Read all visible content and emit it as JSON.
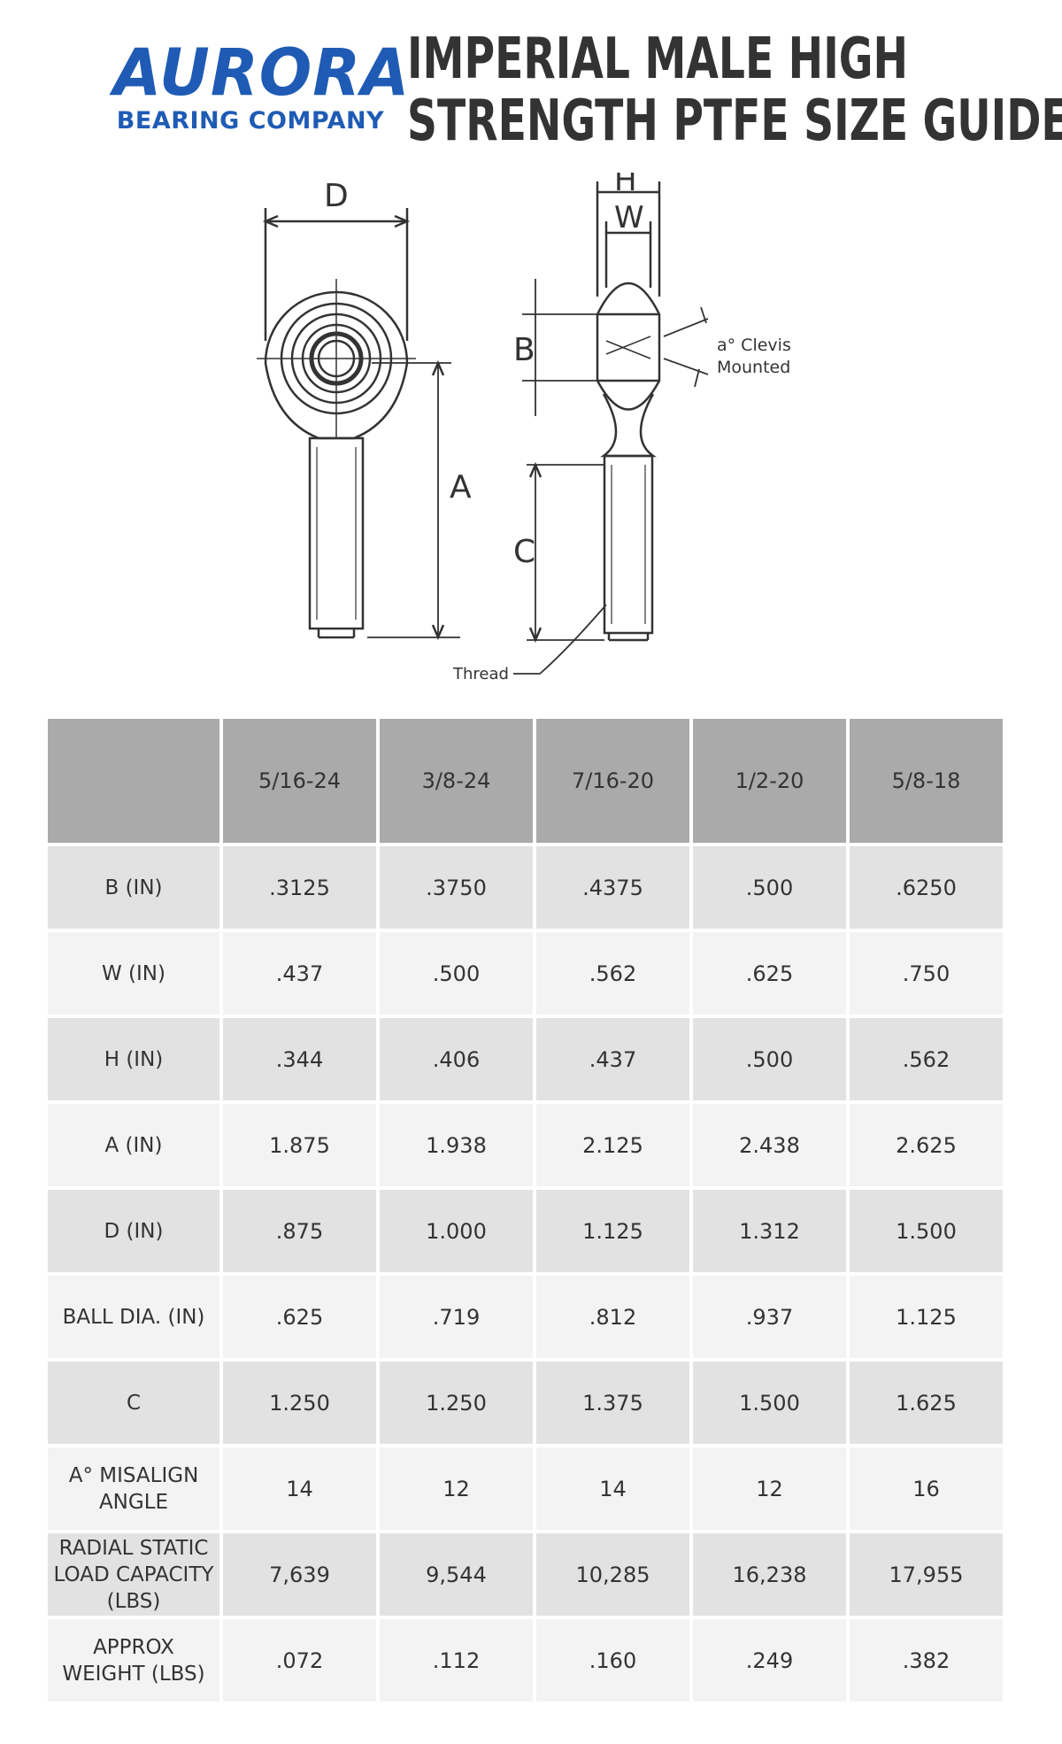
{
  "logo": {
    "name": "AURORA",
    "sub": "BEARING COMPANY"
  },
  "title": {
    "line1": "IMPERIAL MALE HIGH",
    "line2": "STRENGTH PTFE SIZE GUIDE"
  },
  "diagram": {
    "labels": {
      "D": "D",
      "A": "A",
      "H": "H",
      "W": "W",
      "B": "B",
      "C": "C",
      "thread": "Thread",
      "clevis1": "a° Clevis",
      "clevis2": "Mounted"
    }
  },
  "table": {
    "columns": [
      "",
      "5/16-24",
      "3/8-24",
      "7/16-20",
      "1/2-20",
      "5/8-18"
    ],
    "rows": [
      {
        "label": "B (IN)",
        "values": [
          ".3125",
          ".3750",
          ".4375",
          ".500",
          ".6250"
        ]
      },
      {
        "label": "W (IN)",
        "values": [
          ".437",
          ".500",
          ".562",
          ".625",
          ".750"
        ]
      },
      {
        "label": "H (IN)",
        "values": [
          ".344",
          ".406",
          ".437",
          ".500",
          ".562"
        ]
      },
      {
        "label": "A (IN)",
        "values": [
          "1.875",
          "1.938",
          "2.125",
          "2.438",
          "2.625"
        ]
      },
      {
        "label": "D (IN)",
        "values": [
          ".875",
          "1.000",
          "1.125",
          "1.312",
          "1.500"
        ]
      },
      {
        "label": "BALL DIA. (IN)",
        "values": [
          ".625",
          ".719",
          ".812",
          ".937",
          "1.125"
        ]
      },
      {
        "label": "C",
        "values": [
          "1.250",
          "1.250",
          "1.375",
          "1.500",
          "1.625"
        ]
      },
      {
        "label": "A° MISALIGN ANGLE",
        "values": [
          "14",
          "12",
          "14",
          "12",
          "16"
        ]
      },
      {
        "label": "RADIAL STATIC LOAD CAPACITY (LBS)",
        "values": [
          "7,639",
          "9,544",
          "10,285",
          "16,238",
          "17,955"
        ]
      },
      {
        "label": "APPROX WEIGHT (LBS)",
        "values": [
          ".072",
          ".112",
          ".160",
          ".249",
          ".382"
        ]
      }
    ]
  }
}
